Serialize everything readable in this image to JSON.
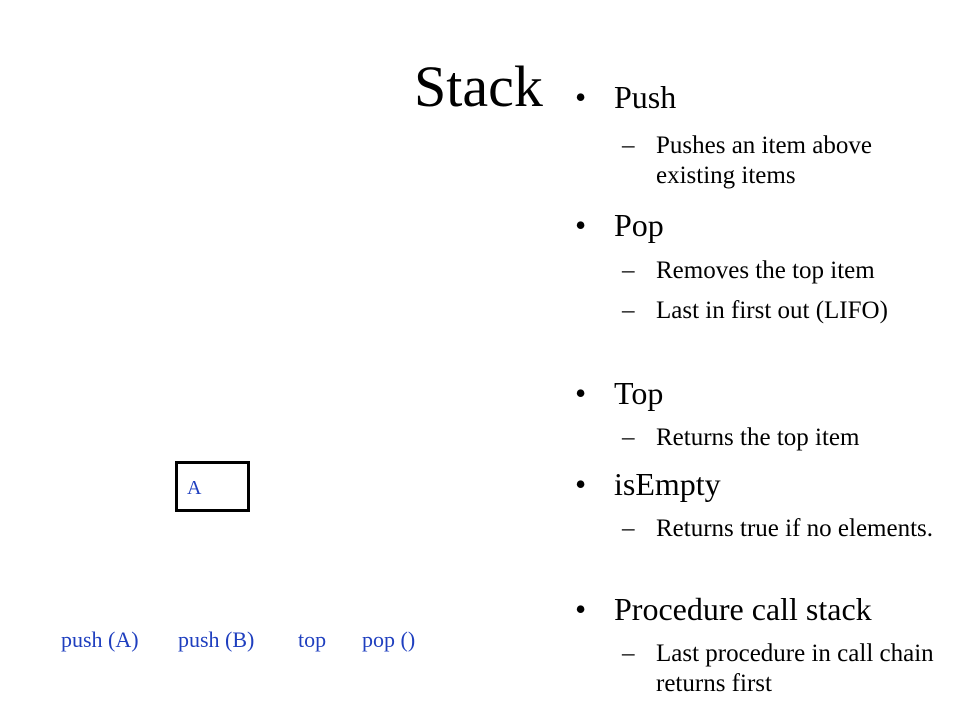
{
  "title": "Stack",
  "bullets": [
    {
      "label": "Push",
      "subs": [
        "Pushes an item above existing items"
      ]
    },
    {
      "label": "Pop",
      "subs": [
        "Removes the top item",
        "Last in first out (LIFO)"
      ]
    },
    {
      "label": "Top",
      "subs": [
        "Returns the top item"
      ]
    },
    {
      "label": "isEmpty",
      "subs": [
        "Returns true if no elements."
      ]
    },
    {
      "label": "Procedure call stack",
      "subs": [
        "Last procedure  in call chain returns first"
      ]
    }
  ],
  "stack_diagram": {
    "items": [
      "A"
    ],
    "operations": [
      "push (A)",
      "push (B)",
      "top",
      "pop ()"
    ]
  },
  "colors": {
    "text": "#000000",
    "accent": "#1f3fbf",
    "background": "#ffffff"
  }
}
